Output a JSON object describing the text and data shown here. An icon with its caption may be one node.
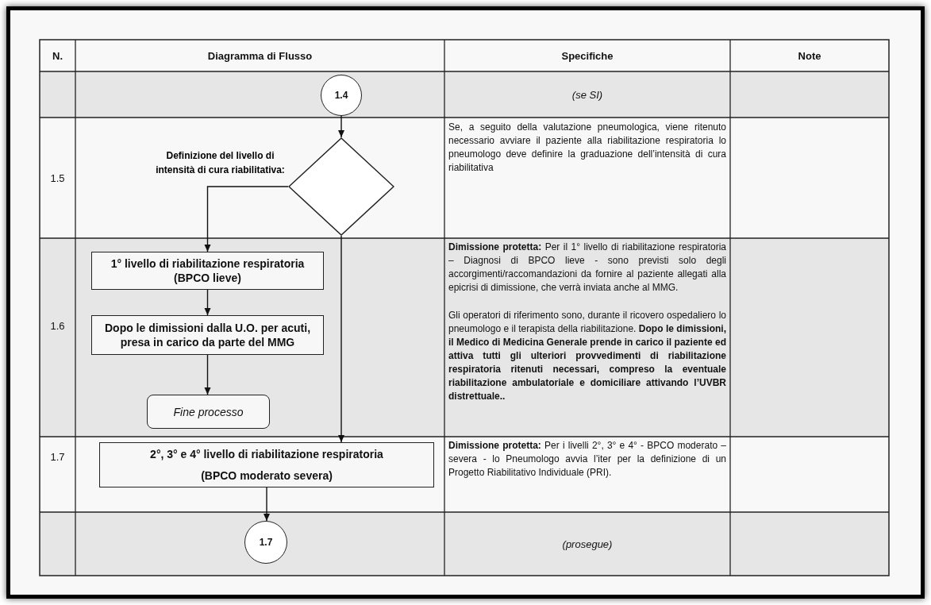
{
  "diagram": {
    "nodes": [
      {
        "text": [
          "1.4"
        ]
      },
      {
        "text": [
          "Definizione del livello di intensità di cura riabilitativa:"
        ]
      },
      {
        "text": [
          "1° livello di riabilitazione respiratoria (BPCO lieve)"
        ]
      },
      {
        "text": [
          "Dopo le dimissioni dalla U.O. per acuti, presa in carico da parte del MMG"
        ]
      },
      {
        "text": [
          "Fine processo"
        ]
      },
      {
        "text": [
          "2°, 3° e 4° livello di riabilitazione respiratoria",
          "(BPCO moderato severa)"
        ]
      },
      {
        "text": [
          "1.7"
        ]
      }
    ],
    "edges": [
      {
        "from": 0,
        "to": 1,
        "arrow": "to"
      },
      {
        "from": 1,
        "to": 2,
        "arrow": "to"
      },
      {
        "from": 2,
        "to": 3,
        "arrow": "to"
      },
      {
        "from": 3,
        "to": 4,
        "arrow": "to"
      },
      {
        "from": 1,
        "to": 5,
        "arrow": "to"
      },
      {
        "from": 5,
        "to": 6,
        "arrow": "to"
      }
    ],
    "labels": [
      "N.",
      "Diagramma di Flusso",
      "Specifiche",
      "Note",
      "(se SI)",
      "1.5",
      "Se, a seguito della valutazione pneumologica, viene ritenuto necessario avviare il paziente alla riabilitazione respiratoria lo pneumologo deve definire la graduazione dell’intensità di cura riabilitativa",
      "1.6",
      "**Dimissione protetta:** Per il 1° livello di riabilitazione respiratoria – Diagnosi di BPCO lieve - sono previsti solo degli accorgimenti/raccomandazioni da fornire al paziente allegati alla epicrisi di dimissione, che verrà inviata anche al MMG.",
      "Gli operatori di riferimento sono, durante il ricovero ospedaliero lo pneumologo e il terapista della riabilitazione. **Dopo le dimissioni, il Medico di Medicina Generale prende in carico il paziente ed attiva tutti gli ulteriori provvedimenti di riabilitazione respiratoria ritenuti necessari, compreso la eventuale riabilitazione ambulatoriale e domiciliare attivando l’UVBR distrettuale..**",
      "1.7",
      "**Dimissione protetta:** Per i livelli 2°, 3° e 4° - BPCO moderato – severa - lo Pneumologo avvia l’iter per la definizione di un Progetto Riabilitativo Individuale (PRI).",
      "(prosegue)"
    ]
  }
}
